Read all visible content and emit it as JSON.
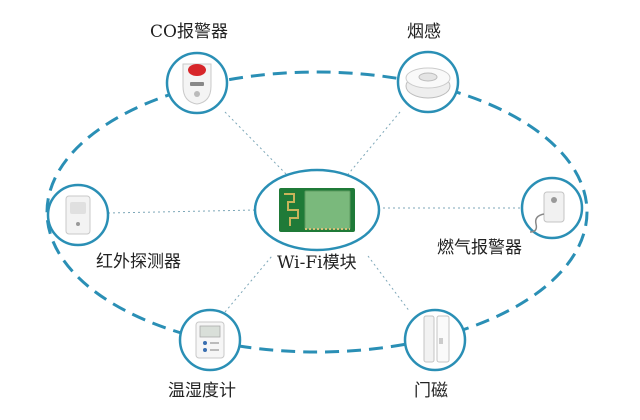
{
  "center": {
    "label": "Wi-Fi模块",
    "icon": "wifi-module-icon"
  },
  "nodes": [
    {
      "id": "co-alarm",
      "label": "CO报警器",
      "icon": "co-alarm-icon"
    },
    {
      "id": "smoke",
      "label": "烟感",
      "icon": "smoke-detector-icon"
    },
    {
      "id": "infrared",
      "label": "红外探测器",
      "icon": "infrared-detector-icon"
    },
    {
      "id": "gas-alarm",
      "label": "燃气报警器",
      "icon": "gas-alarm-icon"
    },
    {
      "id": "thermo",
      "label": "温湿度计",
      "icon": "thermo-hygrometer-icon"
    },
    {
      "id": "door",
      "label": "门磁",
      "icon": "door-sensor-icon"
    }
  ],
  "colors": {
    "ring": "#2a8fb5",
    "node_border": "#2a8fb5",
    "connector": "#7da7b8",
    "module_pcb": "#1f7a38",
    "module_chip": "#7ab97c"
  }
}
